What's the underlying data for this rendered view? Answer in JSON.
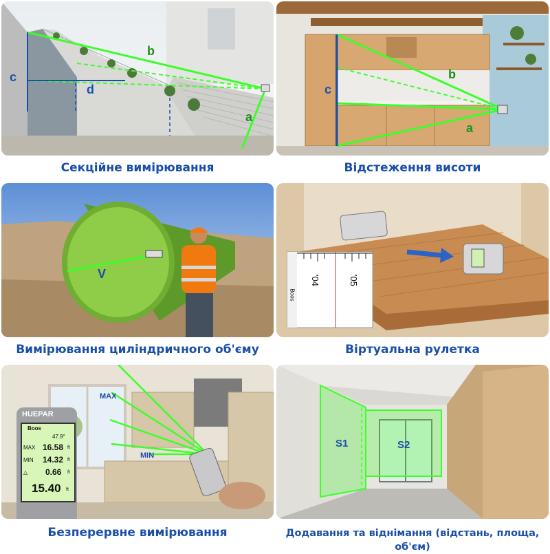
{
  "colors": {
    "caption": "#1a4fa8",
    "laser": "#3cff2a",
    "label_blue": "#1a4fa8",
    "label_green": "#1e8f1e"
  },
  "panels": [
    {
      "id": "sectional",
      "caption": "Секційне вимірювання",
      "labels": {
        "a": "a",
        "b": "b",
        "c": "c",
        "d": "d"
      }
    },
    {
      "id": "height-tracking",
      "caption": "Відстеження висоти",
      "labels": {
        "a": "a",
        "b": "b",
        "c": "c"
      }
    },
    {
      "id": "cylinder-volume",
      "caption": "Вимірювання циліндричного об'єму",
      "labels": {
        "v": "V"
      }
    },
    {
      "id": "virtual-tape",
      "caption": "Віртуальна рулетка",
      "tape_marks": [
        "'04",
        "'05"
      ],
      "tape_mode": "Boos"
    },
    {
      "id": "continuous",
      "caption": "Безперервне вимірювання",
      "labels": {
        "max": "MAX",
        "min": "MIN"
      },
      "device": {
        "brand": "HUEPAR",
        "mode": "Boos",
        "angle": "47.9°",
        "rows": [
          {
            "label": "MAX",
            "value": "16.58",
            "unit": "ft"
          },
          {
            "label": "MIN",
            "value": "14.32",
            "unit": "ft"
          },
          {
            "label": "△",
            "value": "0.66",
            "unit": "ft"
          }
        ],
        "main_value": "15.40",
        "main_unit": "ft"
      }
    },
    {
      "id": "add-subtract",
      "caption": "Додавання та віднімання (відстань, площа, об'єм)",
      "labels": {
        "s1": "S1",
        "s2": "S2"
      }
    }
  ]
}
